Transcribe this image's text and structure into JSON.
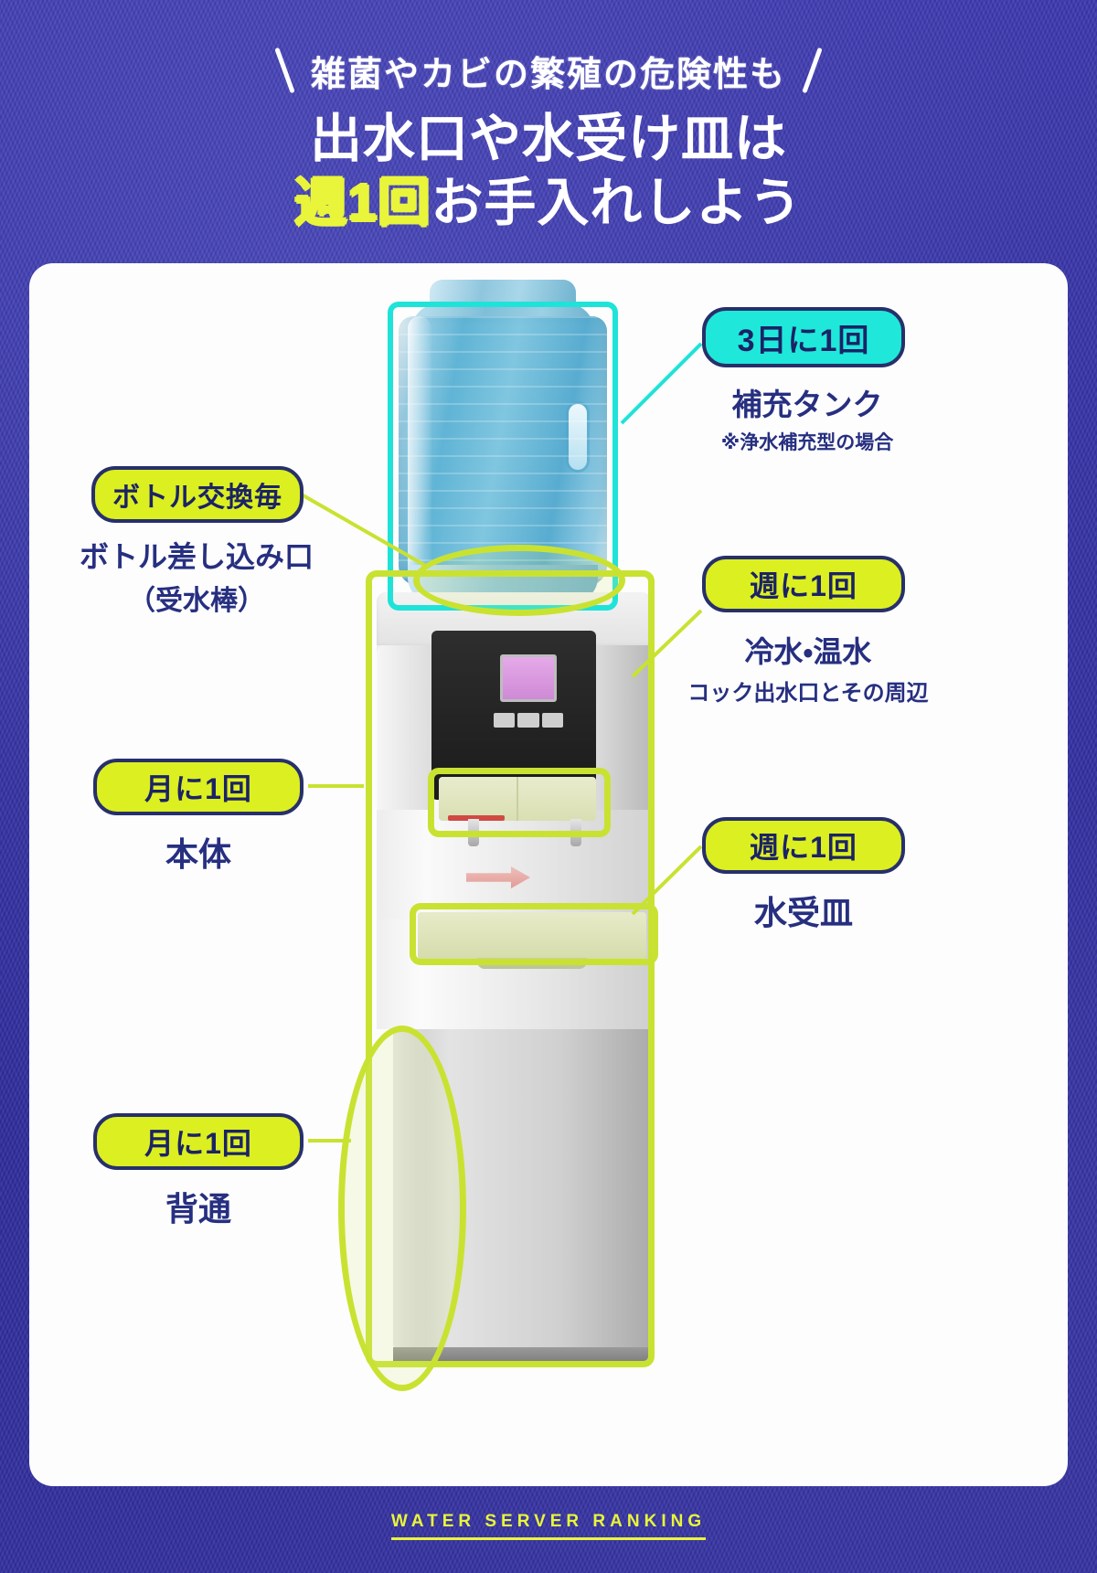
{
  "header": {
    "kicker": "雑菌やカビの繁殖の危険性も",
    "headline_line1": "出水口や水受け皿は",
    "headline_accent": "週1回",
    "headline_tail": "お手入れしよう"
  },
  "colors": {
    "background_navy": "#2f2fa2",
    "accent_yellow": "#e9f53a",
    "chip_lime": "#dcef20",
    "chip_cyan": "#1fe8da",
    "chip_border_navy": "#27306b",
    "highlight_cyan": "#1fe3d8",
    "highlight_lime": "#c9e231",
    "caption_navy": "#262f80"
  },
  "callouts": [
    {
      "id": "refill-tank",
      "chip": "3日に1回",
      "chip_style": "cyan",
      "caption": "補充タンク",
      "caption_note": "※浄水補充型の場合"
    },
    {
      "id": "bottle-socket",
      "chip": "ボトル交換毎",
      "chip_style": "lime",
      "caption": "ボトル差し込み口",
      "caption_note": "（受水棒）"
    },
    {
      "id": "cock-spout",
      "chip": "週に1回",
      "chip_style": "lime",
      "caption": "冷水・温水",
      "caption_note": "コック出水口とその周辺"
    },
    {
      "id": "main-body",
      "chip": "月に1回",
      "chip_style": "lime",
      "caption": "本体",
      "caption_note": ""
    },
    {
      "id": "drip-tray",
      "chip": "週に1回",
      "chip_style": "lime",
      "caption": "水受皿",
      "caption_note": ""
    },
    {
      "id": "back-vent",
      "chip": "月に1回",
      "chip_style": "lime",
      "caption": "背通",
      "caption_note": ""
    }
  ],
  "footer": {
    "brand": "WATER SERVER RANKING"
  }
}
